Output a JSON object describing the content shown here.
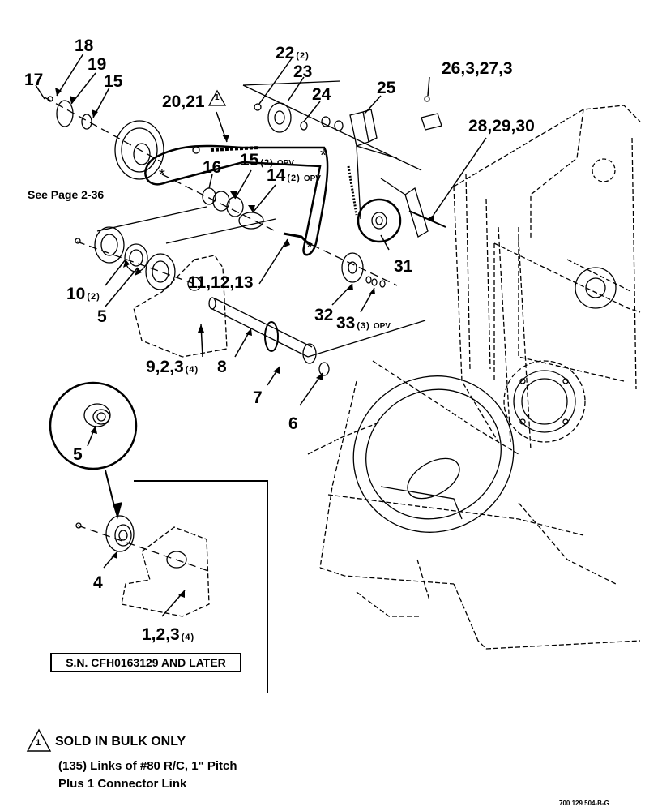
{
  "callouts": {
    "c18": "18",
    "c19": "19",
    "c17": "17",
    "c15": "15",
    "c20_21": "20,21",
    "c20_21_tri": "1",
    "c22": "22",
    "c22_qty": "(2)",
    "c23": "23",
    "c24": "24",
    "c25": "25",
    "c26": "26,3,27,3",
    "c28": "28,29,30",
    "c15b": "15",
    "c15b_qty": "(2)",
    "c15b_opv": "OPV",
    "c16": "16",
    "c14": "14",
    "c14_qty": "(2)",
    "c14_opv": "OPV",
    "c10": "10",
    "c10_qty": "(2)",
    "c5": "5",
    "c11": "11,12,13",
    "c31": "31",
    "c32": "32",
    "c33": "33",
    "c33_qty": "(3)",
    "c33_opv": "OPV",
    "c9": "9,2,3",
    "c9_qty": "(4)",
    "c8": "8",
    "c7": "7",
    "c6": "6",
    "c5b": "5",
    "c4": "4",
    "c1": "1,2,3",
    "c1_qty": "(4)"
  },
  "see_page": "See Page 2-36",
  "serial_box": "S.N. CFH0163129 AND LATER",
  "note": {
    "number": "1",
    "title": "SOLD IN BULK ONLY",
    "line1": "(135) Links of #80 R/C, 1\" Pitch",
    "line2": "Plus 1 Connector Link"
  },
  "doc_id": "700 129 504-B-G"
}
